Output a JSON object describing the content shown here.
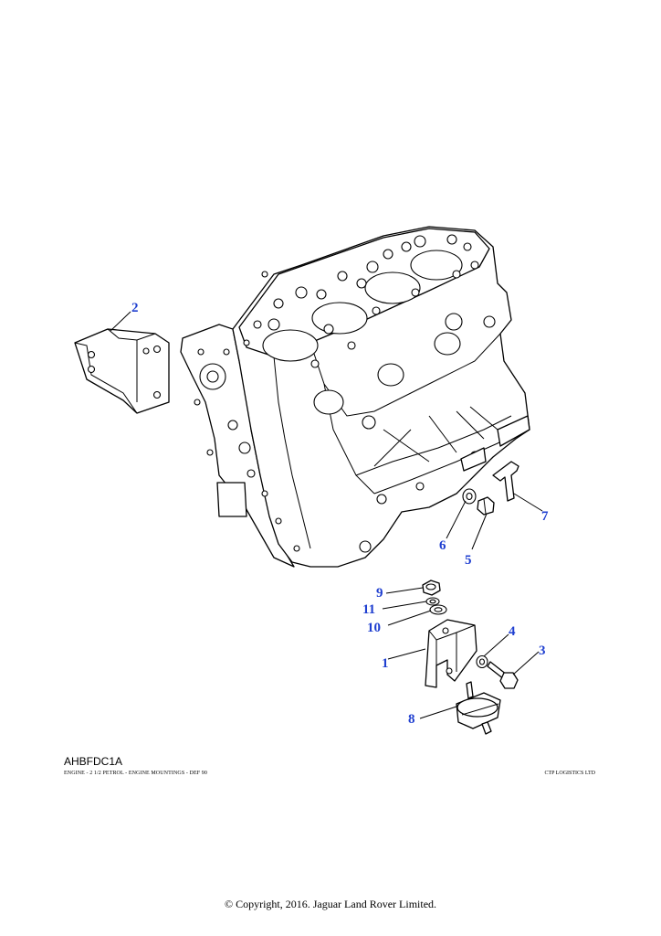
{
  "diagram": {
    "callouts": [
      "1",
      "2",
      "3",
      "4",
      "5",
      "6",
      "7",
      "8",
      "9",
      "10",
      "11"
    ],
    "callout_color": "#1f3fd0"
  },
  "footer": {
    "reference_code": "AHBFDC1A",
    "description": "ENGINE - 2 1/2 PETROL - ENGINE MOUNTINGS - DEF 90",
    "company": "CTP LOGISTICS LTD",
    "copyright": "© Copyright, 2016. Jaguar Land Rover Limited."
  }
}
